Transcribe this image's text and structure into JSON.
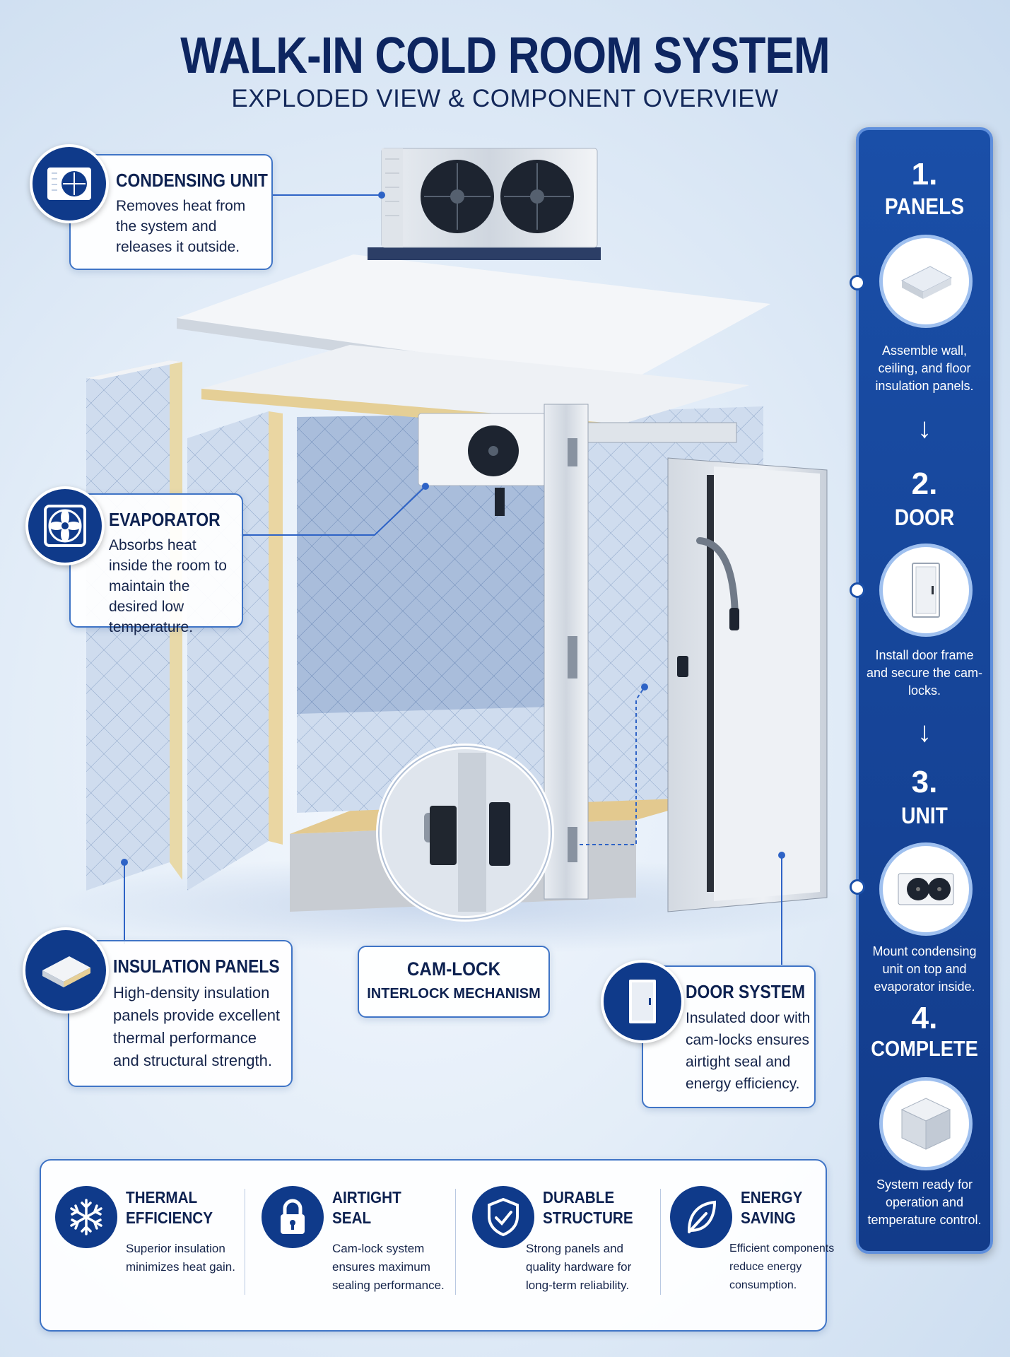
{
  "header": {
    "title": "WALK-IN COLD ROOM SYSTEM",
    "subtitle": "EXPLODED VIEW & COMPONENT OVERVIEW"
  },
  "callouts": {
    "condensing": {
      "title": "CONDENSING UNIT",
      "desc": "Removes heat from the system and releases it outside.",
      "icon": "condensing-unit-icon"
    },
    "evaporator": {
      "title": "EVAPORATOR",
      "desc": "Absorbs heat inside the room to maintain the desired low temperature.",
      "icon": "fan-icon"
    },
    "insulation": {
      "title": "INSULATION PANELS",
      "desc": "High-density insulation panels provide excellent thermal performance and structural strength.",
      "icon": "panel-icon"
    },
    "camlock": {
      "title": "CAM-LOCK",
      "subtitle": "INTERLOCK MECHANISM"
    },
    "door": {
      "title": "DOOR SYSTEM",
      "desc": "Insulated door with cam-locks ensures airtight seal and energy efficiency.",
      "icon": "door-icon"
    }
  },
  "steps": [
    {
      "num": "1.",
      "name": "PANELS",
      "desc": "Assemble wall, ceiling, and floor insulation panels.",
      "icon": "panel-icon"
    },
    {
      "num": "2.",
      "name": "DOOR",
      "desc": "Install door frame and secure the cam-locks.",
      "icon": "door-icon"
    },
    {
      "num": "3.",
      "name": "UNIT",
      "desc": "Mount condensing unit on top and evaporator inside.",
      "icon": "condensing-unit-icon"
    },
    {
      "num": "4.",
      "name": "COMPLETE",
      "desc": "System ready for operation and temperature control.",
      "icon": "cube-icon"
    }
  ],
  "step_arrow": "↓",
  "features": [
    {
      "title_1": "THERMAL",
      "title_2": "EFFICIENCY",
      "desc_1": "Superior insulation",
      "desc_2": "minimizes heat gain.",
      "desc_3": "",
      "icon": "snowflake-icon"
    },
    {
      "title_1": "AIRTIGHT",
      "title_2": "SEAL",
      "desc_1": "Cam-lock system",
      "desc_2": "ensures maximum",
      "desc_3": "sealing performance.",
      "icon": "lock-icon"
    },
    {
      "title_1": "DURABLE",
      "title_2": "STRUCTURE",
      "desc_1": "Strong panels and",
      "desc_2": "quality hardware for",
      "desc_3": "long-term reliability.",
      "icon": "shield-icon"
    },
    {
      "title_1": "ENERGY",
      "title_2": "SAVING",
      "desc_1": "Efficient components",
      "desc_2": "reduce energy",
      "desc_3": "consumption.",
      "icon": "leaf-icon"
    }
  ],
  "colors": {
    "navy": "#0f3a8a",
    "accent": "#3f74c6",
    "title": "#0d2560"
  }
}
